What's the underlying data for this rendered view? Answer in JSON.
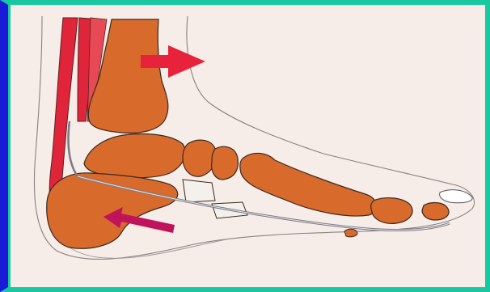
{
  "figure": {
    "colors": {
      "frame_outer": "#1a1ad8",
      "frame_border": "#18c8a0",
      "paper": "#f6ece8",
      "bone": "#d86a2c",
      "bone_outline": "#3a2a20",
      "tendon": "#e0253a",
      "ligament": "#7a7a86",
      "push_arrow": "#e8223a",
      "pull_arrow": "#c0145a"
    },
    "structures": [
      {
        "name": "tibia",
        "icon": "bone-shape"
      },
      {
        "name": "talus",
        "icon": "bone-shape"
      },
      {
        "name": "calcaneus",
        "icon": "bone-shape"
      },
      {
        "name": "navicular",
        "icon": "bone-shape"
      },
      {
        "name": "cuneiform",
        "icon": "bone-shape"
      },
      {
        "name": "cuboid",
        "icon": "bone-shape"
      },
      {
        "name": "metatarsal",
        "icon": "bone-shape"
      },
      {
        "name": "phalanges",
        "icon": "bone-shape"
      },
      {
        "name": "achilles-tendon",
        "icon": "muscle-strand"
      },
      {
        "name": "plantar-fascia",
        "icon": "ligament-line"
      }
    ],
    "arrows": [
      {
        "name": "forward-push-arrow",
        "direction": "right"
      },
      {
        "name": "heel-pull-arrow",
        "direction": "up-left"
      }
    ]
  }
}
